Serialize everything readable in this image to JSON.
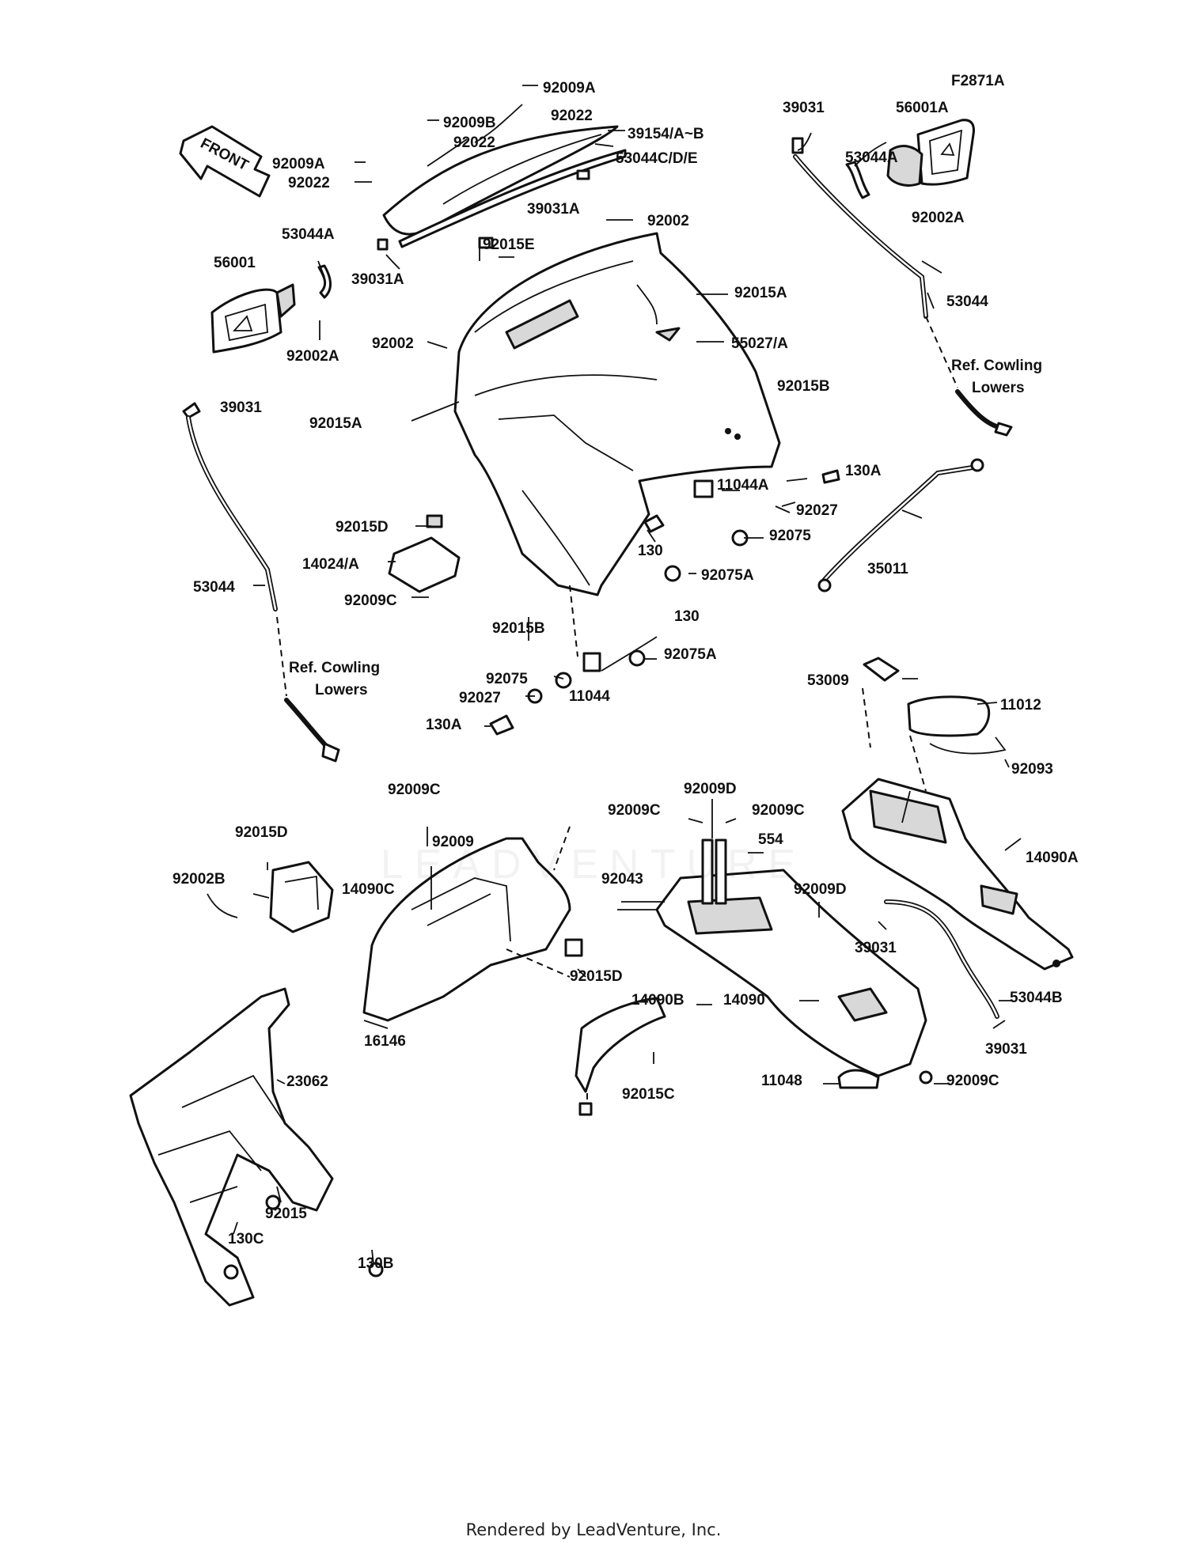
{
  "figure_code": "F2871A",
  "front_arrow": "FRONT",
  "ref_notes": {
    "right": [
      "Ref. Cowling",
      "Lowers"
    ],
    "left": [
      "Ref. Cowling",
      "Lowers"
    ]
  },
  "watermark": "LEADVENTURE",
  "footer": "Rendered by LeadVenture, Inc.",
  "labels": {
    "92009A_top": "92009A",
    "92009B": "92009B",
    "92022_top": "92022",
    "39154": "39154/A~B",
    "92022_mid": "92022",
    "53044CDE": "53044C/D/E",
    "92009A_left": "92009A",
    "92022_left": "92022",
    "39031A_mid": "39031A",
    "53044A_left": "53044A",
    "56001": "56001",
    "39031A_low": "39031A",
    "92015E": "92015E",
    "92002_top": "92002",
    "92002A_left": "92002A",
    "39031_top": "39031",
    "56001A": "56001A",
    "53044A_right": "53044A",
    "92002A_right": "92002A",
    "53044_right": "53044",
    "92015A_right": "92015A",
    "55027A": "55027/A",
    "92002_mid": "92002",
    "92015A_left": "92015A",
    "92015B_right": "92015B",
    "39031_left": "39031",
    "130A_top": "130A",
    "11044A": "11044A",
    "92027_top": "92027",
    "92075_top": "92075",
    "130_left": "130",
    "92075A_top": "92075A",
    "35011": "35011",
    "92015D_top": "92015D",
    "14024A": "14024/A",
    "53044_left": "53044",
    "92009C_top": "92009C",
    "92015B_low": "92015B",
    "130_mid": "130",
    "92075_mid": "92075",
    "92075A_mid": "92075A",
    "92027_mid": "92027",
    "11044": "11044",
    "130A_low": "130A",
    "53009": "53009",
    "11012": "11012",
    "92093": "92093",
    "92009C_midleft": "92009C",
    "92009D_top": "92009D",
    "92009C_c1": "92009C",
    "92009C_c2": "92009C",
    "92015D_left": "92015D",
    "92009": "92009",
    "554": "554",
    "14090A": "14090A",
    "92002B": "92002B",
    "14090C": "14090C",
    "92043": "92043",
    "92009D_low": "92009D",
    "39031_right": "39031",
    "92015D_low": "92015D",
    "14090B": "14090B",
    "14090": "14090",
    "53044B": "53044B",
    "16146": "16146",
    "39031_bottom": "39031",
    "23062": "23062",
    "92015C": "92015C",
    "11048": "11048",
    "92009C_bottom": "92009C",
    "92015": "92015",
    "130C": "130C",
    "130B": "130B"
  }
}
